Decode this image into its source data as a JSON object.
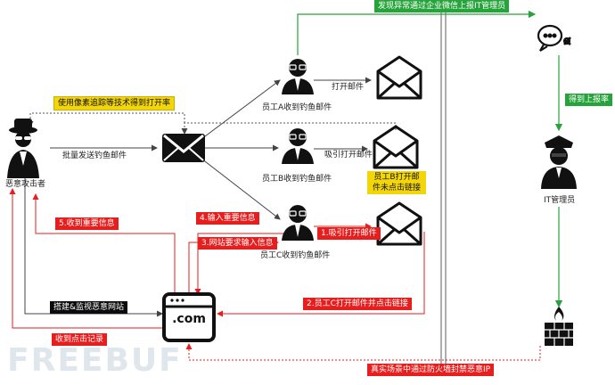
{
  "watermark": "FREEBUF",
  "website_text": ".com",
  "colors": {
    "red": "#e61e1e",
    "green": "#27a33b",
    "yellow": "#f3d60a",
    "black": "#0b0b0b"
  },
  "labels": {
    "report_via_wechat": "发现异常通过企业微信上报IT管理员",
    "tracking_open_rate": "使用像素追踪等技术得到打开率",
    "attacker": "恶意攻击者",
    "batch_send": "批量发送钓鱼邮件",
    "open_email_a": "打开邮件",
    "employee_a": "员工A收到钓鱼邮件",
    "open_email_b": "吸引打开邮件",
    "employee_b": "员工B收到钓鱼邮件",
    "employee_b_note": "员工B打开邮件未点击链接",
    "input_important_info": "4.输入重要信息",
    "receive_important_info": "5.收到重要信息",
    "site_requires_input": "3.网站要求输入信息",
    "lure_open": "1.吸引打开邮件",
    "employee_c": "员工C收到钓鱼邮件",
    "build_monitor_site": "搭建&监视恶意网站",
    "employee_c_clicks": "2.员工C打开邮件并点击链接",
    "receive_click_records": "收到点击记录",
    "firewall_block": "真实场景中通过防火墙封禁恶意IP",
    "got_report": "得到上报率",
    "it_admin": "IT管理员"
  },
  "icons": {
    "attacker": "spy-icon",
    "bulk_mail": "envelope-icon",
    "employee": "employee-icon",
    "mail": "open-envelope-icon",
    "website": "browser-window-icon",
    "wechat": "wechat-icon",
    "admin": "police-officer-icon",
    "firewall": "firewall-icon"
  }
}
